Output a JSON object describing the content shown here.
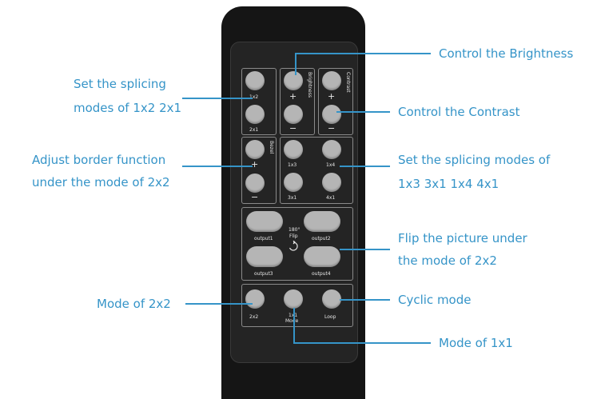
{
  "remote": {
    "g1_top": "1x2",
    "g1_bottom": "2x1",
    "brightness_label": "Brightness",
    "contrast_label": "Contrast",
    "plus": "+",
    "minus": "−",
    "bezel_label": "Bezel",
    "m_1x3": "1x3",
    "m_1x4": "1x4",
    "m_3x1": "3x1",
    "m_4x1": "4x1",
    "flip_deg": "180°",
    "flip_label": "Flip",
    "output1": "output1",
    "output2": "output2",
    "output3": "output3",
    "output4": "output4",
    "mode_2x2": "2x2",
    "mode_1x1": "1x1",
    "mode_label": "Mode",
    "loop": "Loop"
  },
  "annotations": {
    "brightness": "Control the Brightness",
    "contrast": "Control the Contrast",
    "splicing_12_line1": "Set the splicing",
    "splicing_12_line2": "modes of 1x2 2x1",
    "border_line1": "Adjust border function",
    "border_line2": "under the mode of 2x2",
    "splicing_13_line1": "Set the splicing modes of",
    "splicing_13_line2": "1x3  3x1 1x4  4x1",
    "flip_line1": "Flip the picture under",
    "flip_line2": "the mode of 2x2",
    "mode_2x2": "Mode of 2x2",
    "cyclic": "Cyclic mode",
    "mode_1x1": "Mode of 1x1"
  },
  "colors": {
    "accent": "#3594c8",
    "remote_body": "#151515",
    "button": "#b5b5b5"
  }
}
